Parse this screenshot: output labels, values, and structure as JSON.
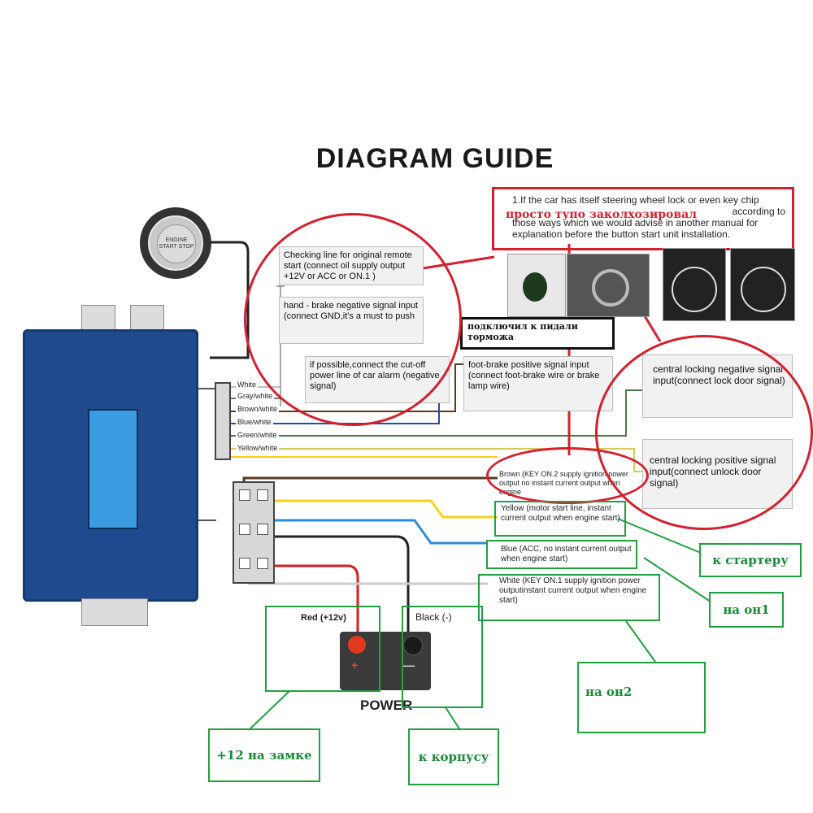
{
  "title": "DIAGRAM GUIDE",
  "start_button": {
    "text": "ENGINE START STOP"
  },
  "input_boxes": {
    "checking_line": "Checking line for original remote start (connect oil supply output +12V or ACC or ON.1 )",
    "hand_brake": "hand - brake negative signal input (connect GND,it's a must to push",
    "cut_off": "if possible,connect the cut-off power line of car alarm (negative signal)",
    "foot_brake": "foot-brake positive signal input (connect foot-brake wire or brake lamp wire)",
    "central_lock_neg": "central locking negative signal input(connect lock door signal)",
    "central_lock_pos": "central locking positive signal input(connect unlock door signal)"
  },
  "wire_labels": [
    "White",
    "Gray/white",
    "Brown/white",
    "Blue/white",
    "Green/white",
    "Yellow/white"
  ],
  "outputs": {
    "brown": "Brown (KEY ON.2 supply ignition power output no instant current output when engine",
    "yellow": "Yellow (motor start line, instant current output when engine start)",
    "blue": "Blue (ACC, no instant current output when engine start)",
    "white": "White (KEY ON.1 supply ignition power outputinstant current output when engine start)"
  },
  "power": {
    "red_label": "Red (+12v)",
    "black_label": "Black (-)",
    "label": "POWER",
    "plus": "+",
    "minus": "—"
  },
  "warning": {
    "text": "1.If the car has itself steering wheel lock or even key chip ... those ways which we would advise in another manual for explanation before the button start unit installation.",
    "line1": "1.If the car has itself steering wheel lock or even key chip",
    "line2": "according to",
    "line3": "those ways which we would advise in another manual for",
    "line4": "explanation before the button start unit installation.",
    "overlay": "просто тупо заколхозировал"
  },
  "notes": {
    "brake": "подключил к пидали торможа"
  },
  "annotations": {
    "starter": "к стартеру",
    "on1": "на он1",
    "on2": "на он2",
    "plus12": "+12 на замке",
    "ground": "к корпусу"
  },
  "colors": {
    "annotation_green": "#20a040",
    "annotation_red": "#d42030",
    "module_blue": "#1f4a8e",
    "wire_yellow": "#f2d21a",
    "wire_blue": "#2a8fd6",
    "wire_brown": "#5a3a20",
    "wire_red": "#d42020"
  }
}
